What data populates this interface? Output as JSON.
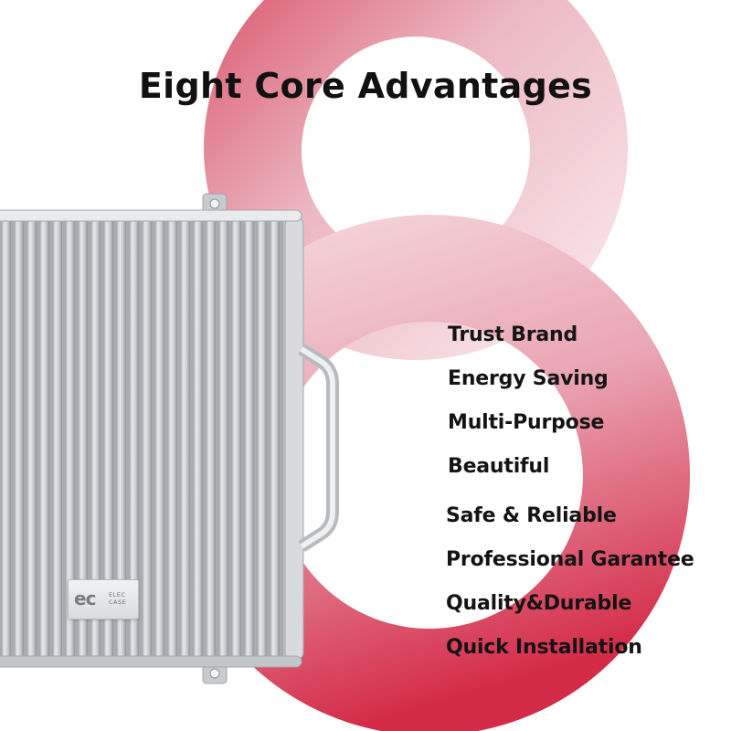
{
  "title": "Eight Core Advantages",
  "advantages": [
    "Trust Brand",
    "Energy Saving",
    "Multi-Purpose",
    "Beautiful",
    "Safe & Reliable",
    "Professional Garantee",
    "Quality&Durable",
    "Quick Installation"
  ],
  "badge": {
    "mark": "ec",
    "line1": "ELEC",
    "line2": "CASE"
  },
  "colors": {
    "accent": "#d63a55",
    "text": "#141414",
    "device": "#c9cccf"
  }
}
